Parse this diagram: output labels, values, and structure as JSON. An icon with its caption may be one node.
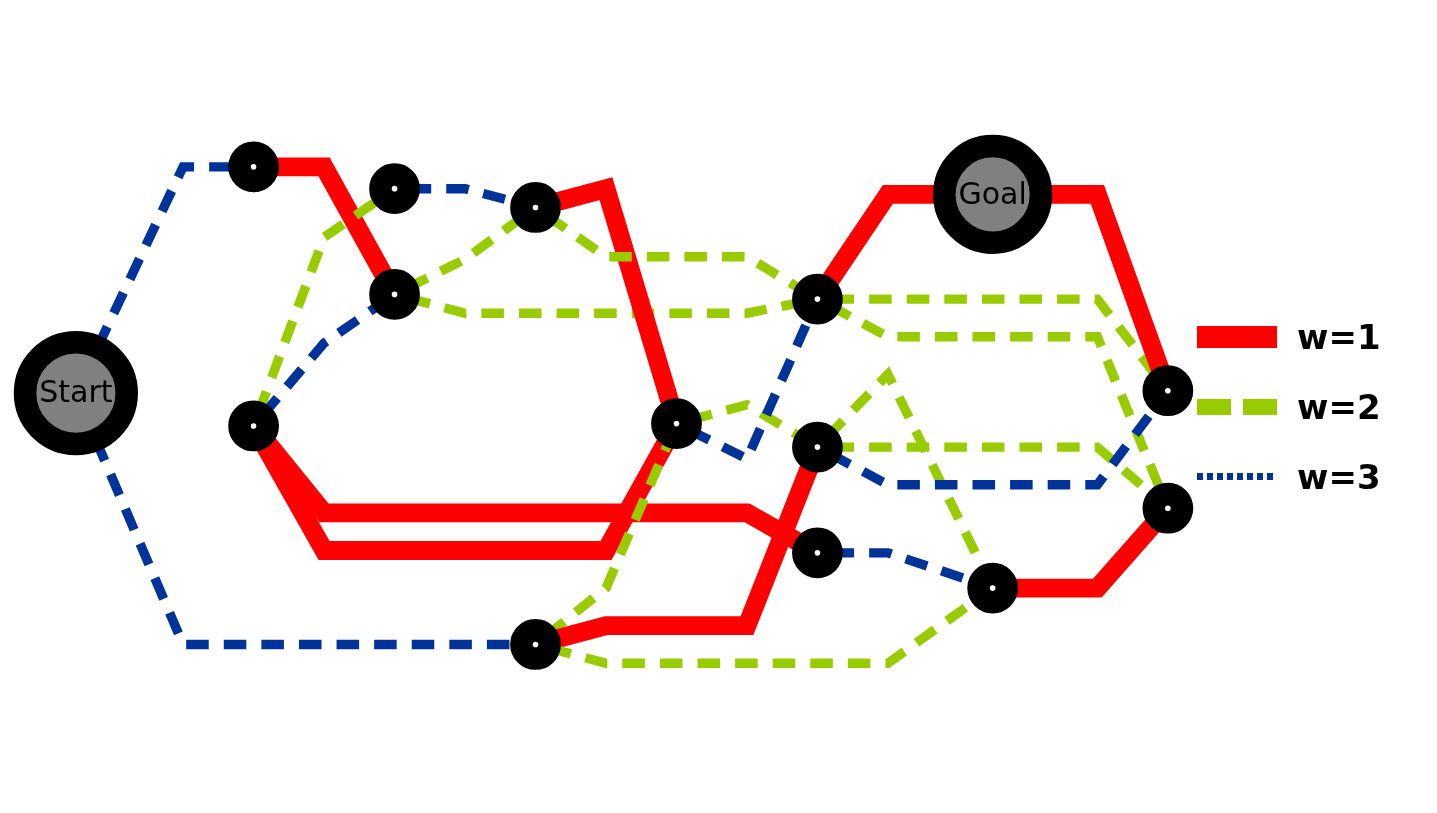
{
  "diagram": {
    "nodes": [
      {
        "text": [
          "Start"
        ]
      },
      {
        "text": [],
        "shape": "circle"
      },
      {
        "text": [],
        "shape": "circle"
      },
      {
        "text": [],
        "shape": "circle"
      },
      {
        "text": [],
        "shape": "circle"
      },
      {
        "text": [],
        "shape": "circle"
      },
      {
        "text": [],
        "shape": "circle"
      },
      {
        "text": [],
        "shape": "circle"
      },
      {
        "text": [],
        "shape": "circle"
      },
      {
        "text": [],
        "shape": "circle"
      },
      {
        "text": [
          "Goal"
        ]
      },
      {
        "text": [],
        "shape": "circle"
      },
      {
        "text": [],
        "shape": "circle"
      },
      {
        "text": [],
        "shape": "circle"
      },
      {
        "text": [],
        "shape": "circle"
      }
    ],
    "edges": [
      {
        "from": 0,
        "to": 1,
        "arrow": "none",
        "style": "dashed",
        "color": "#003399"
      },
      {
        "from": 0,
        "to": 7,
        "arrow": "none",
        "style": "dashed",
        "color": "#003399"
      },
      {
        "from": 1,
        "to": 4,
        "arrow": "none",
        "style": "thick",
        "color": "#ff0000"
      },
      {
        "from": 3,
        "to": 2,
        "arrow": "none",
        "style": "dashed",
        "color": "#99cc00"
      },
      {
        "from": 3,
        "to": 4,
        "arrow": "none",
        "style": "dashed",
        "color": "#003399"
      },
      {
        "from": 3,
        "to": 6,
        "arrow": "none",
        "style": "thick",
        "color": "#ff0000"
      },
      {
        "from": 3,
        "to": 8,
        "arrow": "none",
        "style": "thick",
        "color": "#ff0000"
      },
      {
        "from": 4,
        "to": 5,
        "arrow": "none",
        "style": "dashed",
        "color": "#99cc00"
      },
      {
        "from": 4,
        "to": 9,
        "arrow": "none",
        "style": "dashed",
        "color": "#99cc00"
      },
      {
        "from": 2,
        "to": 5,
        "arrow": "none",
        "style": "dashed",
        "color": "#003399"
      },
      {
        "from": 5,
        "to": 8,
        "arrow": "none",
        "style": "thick",
        "color": "#ff0000"
      },
      {
        "from": 5,
        "to": 9,
        "arrow": "none",
        "style": "dashed",
        "color": "#99cc00"
      },
      {
        "from": 7,
        "to": 8,
        "arrow": "none",
        "style": "dashed",
        "color": "#99cc00"
      },
      {
        "from": 7,
        "to": 11,
        "arrow": "none",
        "style": "thick",
        "color": "#ff0000"
      },
      {
        "from": 7,
        "to": 12,
        "arrow": "none",
        "style": "dashed",
        "color": "#99cc00"
      },
      {
        "from": 6,
        "to": 12,
        "arrow": "none",
        "style": "dashed",
        "color": "#003399"
      },
      {
        "from": 8,
        "to": 11,
        "arrow": "none",
        "style": "dashed",
        "color": "#99cc00"
      },
      {
        "from": 8,
        "to": 9,
        "arrow": "none",
        "style": "dashed",
        "color": "#003399"
      },
      {
        "from": 9,
        "to": 10,
        "arrow": "none",
        "style": "thick",
        "color": "#ff0000"
      },
      {
        "from": 9,
        "to": 14,
        "arrow": "none",
        "style": "dashed",
        "color": "#99cc00"
      },
      {
        "from": 9,
        "to": 13,
        "arrow": "none",
        "style": "dashed",
        "color": "#99cc00"
      },
      {
        "from": 10,
        "to": 14,
        "arrow": "none",
        "style": "thick",
        "color": "#ff0000"
      },
      {
        "from": 11,
        "to": 12,
        "arrow": "none",
        "style": "dashed",
        "color": "#99cc00"
      },
      {
        "from": 11,
        "to": 13,
        "arrow": "none",
        "style": "dashed",
        "color": "#99cc00"
      },
      {
        "from": 11,
        "to": 14,
        "arrow": "none",
        "style": "dashed",
        "color": "#003399"
      },
      {
        "from": 12,
        "to": 13,
        "arrow": "none",
        "style": "thick",
        "color": "#ff0000"
      }
    ],
    "legend": [
      {
        "text": "w=1",
        "color": "#ff0000"
      },
      {
        "text": "w=2",
        "color": "#99cc00"
      },
      {
        "text": "w=3",
        "color": "#003399"
      }
    ]
  }
}
